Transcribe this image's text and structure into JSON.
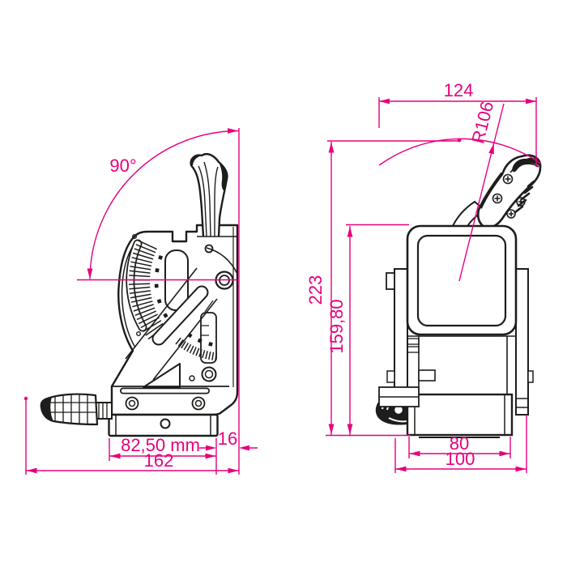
{
  "drawing": {
    "type": "technical-dimension-drawing",
    "colors": {
      "dimension": "#e6007e",
      "outline": "#1d1d1b",
      "background": "#ffffff"
    },
    "views": {
      "side": {
        "name": "side-view",
        "dims": {
          "angle": "90°",
          "base_width": "82,50 mm",
          "edge_offset": "16",
          "overall_length": "162"
        }
      },
      "front": {
        "name": "front-view",
        "dims": {
          "top_width": "124",
          "lever_radius": "R106",
          "overall_height": "223",
          "body_height": "159,80",
          "base_width": "80",
          "overall_width": "100"
        }
      }
    }
  }
}
